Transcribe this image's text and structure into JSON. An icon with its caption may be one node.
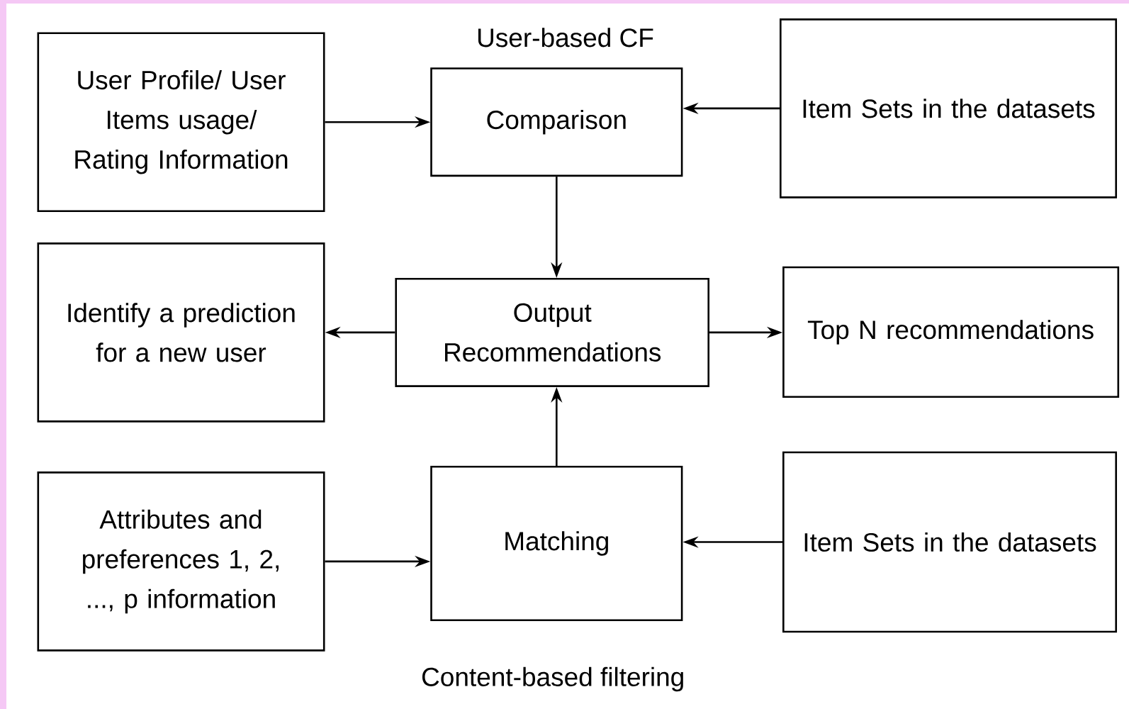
{
  "diagram": {
    "nodes": [
      {
        "text": [
          "User Profile/ User Items usage/ Rating Information"
        ]
      },
      {
        "text": [
          "Comparison"
        ],
        "beside": [
          "User-based CF"
        ]
      },
      {
        "text": [
          "Item Sets in the datasets"
        ]
      },
      {
        "text": [
          "Identify a prediction for a new user"
        ]
      },
      {
        "text": [
          "Output Recommendations"
        ]
      },
      {
        "text": [
          "Top N recommendations"
        ]
      },
      {
        "text": [
          "Attributes and preferences  1, 2, ..., p information"
        ]
      },
      {
        "text": [
          "Matching"
        ],
        "beside": [
          "Content-based filtering"
        ]
      },
      {
        "text": [
          "Item Sets in the datasets"
        ]
      }
    ],
    "edges": [
      {
        "from": 0,
        "to": 1,
        "arrow": "to"
      },
      {
        "from": 2,
        "to": 1,
        "arrow": "to"
      },
      {
        "from": 1,
        "to": 4,
        "arrow": "to"
      },
      {
        "from": 4,
        "to": 3,
        "arrow": "to"
      },
      {
        "from": 4,
        "to": 5,
        "arrow": "to"
      },
      {
        "from": 7,
        "to": 4,
        "arrow": "to"
      },
      {
        "from": 6,
        "to": 7,
        "arrow": "to"
      },
      {
        "from": 8,
        "to": 7,
        "arrow": "to"
      }
    ]
  }
}
